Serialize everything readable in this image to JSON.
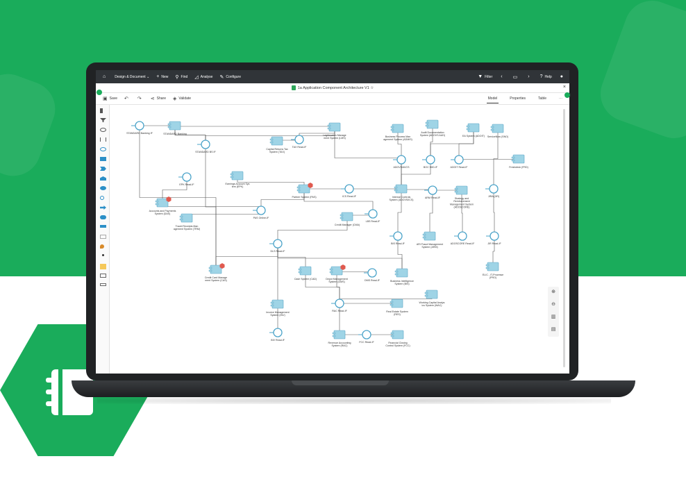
{
  "colors": {
    "brand": "#1aac5b",
    "topbar": "#303438",
    "node": "#9fd4e6",
    "warning": "#e05a4f"
  },
  "topbar": {
    "left": [
      {
        "icon": "home-icon",
        "label": ""
      },
      {
        "icon": "",
        "label": "Design & Document ⌄"
      },
      {
        "icon": "plus-icon",
        "label": "New"
      },
      {
        "icon": "search-icon",
        "label": "Find"
      },
      {
        "icon": "chart-icon",
        "label": "Analyse"
      },
      {
        "icon": "wrench-icon",
        "label": "Configure"
      }
    ],
    "right": [
      {
        "icon": "filter-icon",
        "label": "Filter"
      },
      {
        "icon": "back-icon",
        "label": ""
      },
      {
        "icon": "window-icon",
        "label": ""
      },
      {
        "icon": "forward-icon",
        "label": ""
      },
      {
        "icon": "help-icon",
        "label": "Help"
      },
      {
        "icon": "user-icon",
        "label": ""
      }
    ]
  },
  "document": {
    "title": "1a Application Component Architecture V1 ☆"
  },
  "toolbar": {
    "save": "Save",
    "share": "Share",
    "validate": "Validate",
    "tabs": [
      "Model",
      "Properties",
      "Table"
    ]
  },
  "diagram": {
    "nodes": [
      {
        "id": "i1",
        "type": "iface",
        "label": "STANDARD Banking IF"
      },
      {
        "id": "c1",
        "type": "comp",
        "label": "STANDARD Banking"
      },
      {
        "id": "i2",
        "type": "iface",
        "label": "STANDARD BS IF"
      },
      {
        "id": "c2",
        "type": "comp",
        "label": "Legitimation Manage ment System (LMS)"
      },
      {
        "id": "c3",
        "type": "comp",
        "label": "Capital Returns Tax System (TAX)"
      },
      {
        "id": "i3",
        "type": "iface",
        "label": "TAX Read-IF"
      },
      {
        "id": "c4",
        "type": "comp",
        "label": "Business Process Man agement System (ADMIS)"
      },
      {
        "id": "c5",
        "type": "comp",
        "label": "Audit Documentation System (ADOVS AUD)"
      },
      {
        "id": "c6",
        "type": "comp",
        "label": "EA System (ADOIT)"
      },
      {
        "id": "c7",
        "type": "comp",
        "label": "ServiceNow (SNO)"
      },
      {
        "id": "i4",
        "type": "iface",
        "label": "ADOVS/AVCS"
      },
      {
        "id": "i5",
        "type": "iface",
        "label": "BOC WID-IF"
      },
      {
        "id": "i6",
        "type": "iface",
        "label": "ADOIT Read-IF"
      },
      {
        "id": "c8",
        "type": "comp",
        "label": "Freshdesk (FRD)"
      },
      {
        "id": "i7",
        "type": "iface",
        "label": "EPK Read-IF"
      },
      {
        "id": "c9",
        "type": "comp",
        "label": "Earnings Account Sys tem (EPK)"
      },
      {
        "id": "c10",
        "type": "comp",
        "label": "Partner System (PAS)"
      },
      {
        "id": "i8",
        "type": "iface",
        "label": "ICS Read-IF"
      },
      {
        "id": "c11",
        "type": "comp",
        "label": "Internal Controls System (ADOVS/ICS)"
      },
      {
        "id": "i9",
        "type": "iface",
        "label": "ARM Read-IF"
      },
      {
        "id": "c12",
        "type": "comp",
        "label": "Strategy and Reinforcement Management System (ADOSCORE)"
      },
      {
        "id": "i10",
        "type": "iface",
        "label": "JIRA (JIR)"
      },
      {
        "id": "c13",
        "type": "comp",
        "label": "Accounts and Payments System (DAS)"
      },
      {
        "id": "c14",
        "type": "comp",
        "label": "Travel Receipts Man agement System (TRM)"
      },
      {
        "id": "i11",
        "type": "iface",
        "label": "PAS Online-IF"
      },
      {
        "id": "c15",
        "type": "comp",
        "label": "Credit Manager (CMA)"
      },
      {
        "id": "i12",
        "type": "iface",
        "label": "LBS Read-IF"
      },
      {
        "id": "i13",
        "type": "iface",
        "label": "BIS Read-IF"
      },
      {
        "id": "c16",
        "type": "comp",
        "label": "ARI Fraud Management System (ARM)"
      },
      {
        "id": "i14",
        "type": "iface",
        "label": "ADOSCORE Read-IF"
      },
      {
        "id": "i15",
        "type": "iface",
        "label": "JIR Read-IF"
      },
      {
        "id": "i16",
        "type": "iface",
        "label": "DLS Read-IF"
      },
      {
        "id": "c17",
        "type": "comp",
        "label": "Credit Card Manage ment System (CAS)"
      },
      {
        "id": "c18",
        "type": "comp",
        "label": "Cash System (CAD)"
      },
      {
        "id": "c19",
        "type": "comp",
        "label": "Depot Management System (DMS)"
      },
      {
        "id": "i17",
        "type": "iface",
        "label": "DMS Read-IF"
      },
      {
        "id": "c20",
        "type": "comp",
        "label": "Business Intelligence System (BIS)"
      },
      {
        "id": "c21",
        "type": "comp",
        "label": "ELIC - IT-Prozesse (PRO)"
      },
      {
        "id": "c22",
        "type": "comp",
        "label": "Working Capital Analys ics System (WAC)"
      },
      {
        "id": "c23",
        "type": "comp",
        "label": "Invoice Management System (INV)"
      },
      {
        "id": "i18",
        "type": "iface",
        "label": "RAC Read-IF"
      },
      {
        "id": "c24",
        "type": "comp",
        "label": "Real Estate System (RES)"
      },
      {
        "id": "i19",
        "type": "iface",
        "label": "INV Read-IF"
      },
      {
        "id": "c25",
        "type": "comp",
        "label": "Revenue Accounting System (RAC)"
      },
      {
        "id": "i20",
        "type": "iface",
        "label": "FCC Read-IF"
      },
      {
        "id": "c26",
        "type": "comp",
        "label": "Financial Closing Control System (FCC)"
      }
    ]
  }
}
